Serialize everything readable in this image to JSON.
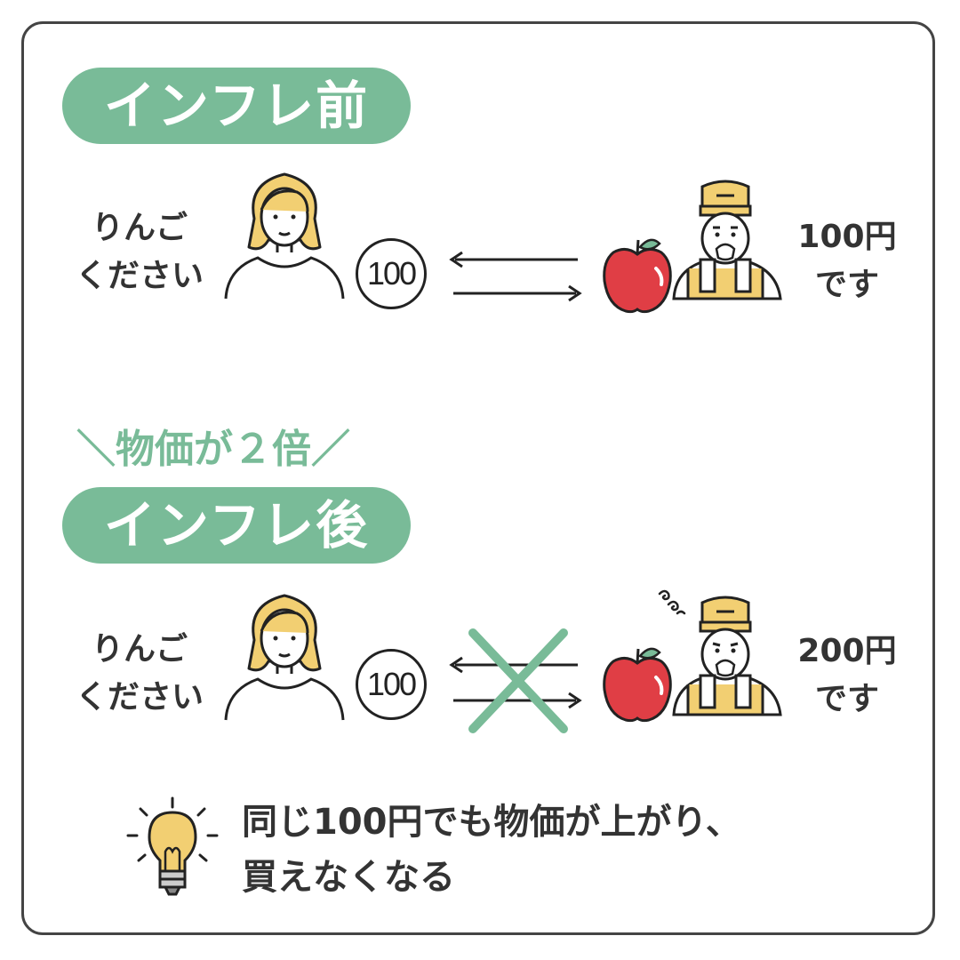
{
  "before": {
    "title": "インフレ前",
    "customer_line1": "りんご",
    "customer_line2": "ください",
    "coin_label": "100",
    "seller_line1": "100円",
    "seller_line2": "です"
  },
  "transition": {
    "label": "＼物価が２倍／"
  },
  "after": {
    "title": "インフレ後",
    "customer_line1": "りんご",
    "customer_line2": "ください",
    "coin_label": "100",
    "seller_line1": "200円",
    "seller_line2": "です"
  },
  "tip": {
    "icon": "lightbulb-icon",
    "line1": "同じ100円でも物価が上がり、",
    "line2": "買えなくなる"
  },
  "colors": {
    "accent": "#79bb98",
    "hair": "#f2cf72",
    "apron": "#f2cf72",
    "apple": "#e03e45",
    "text": "#333333"
  }
}
